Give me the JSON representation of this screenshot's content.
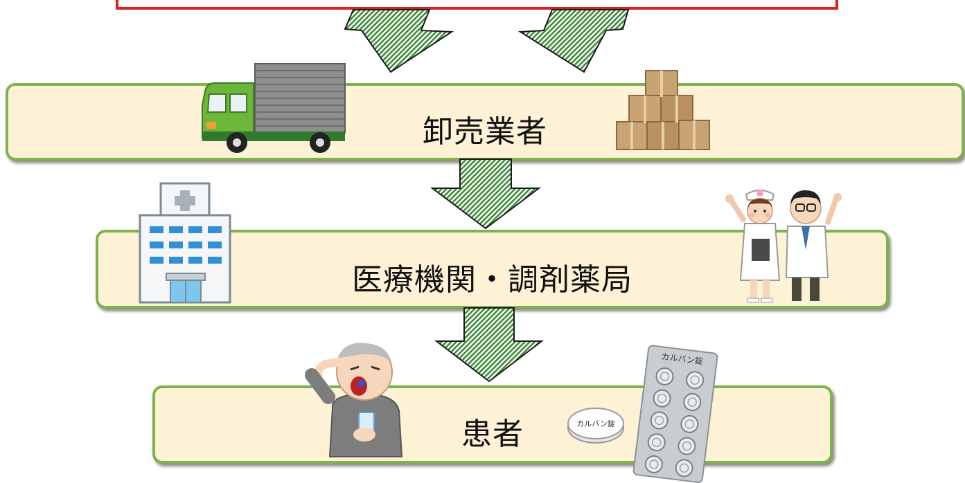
{
  "stages": [
    {
      "label": "卸売業者"
    },
    {
      "label": "医療機関・調剤薬局"
    },
    {
      "label": "患者"
    }
  ],
  "drug_name": "カルバン錠",
  "colors": {
    "stage_fill": "#fdf1d6",
    "stage_border": "#7fb24a",
    "arrow_green": "#3f8a3a",
    "top_box_border": "#e02020"
  },
  "icons": [
    "truck-icon",
    "boxes-icon",
    "hospital-icon",
    "nurse-doctor-icon",
    "elderly-patient-icon",
    "pill-tablet-icon",
    "blister-pack-icon"
  ]
}
